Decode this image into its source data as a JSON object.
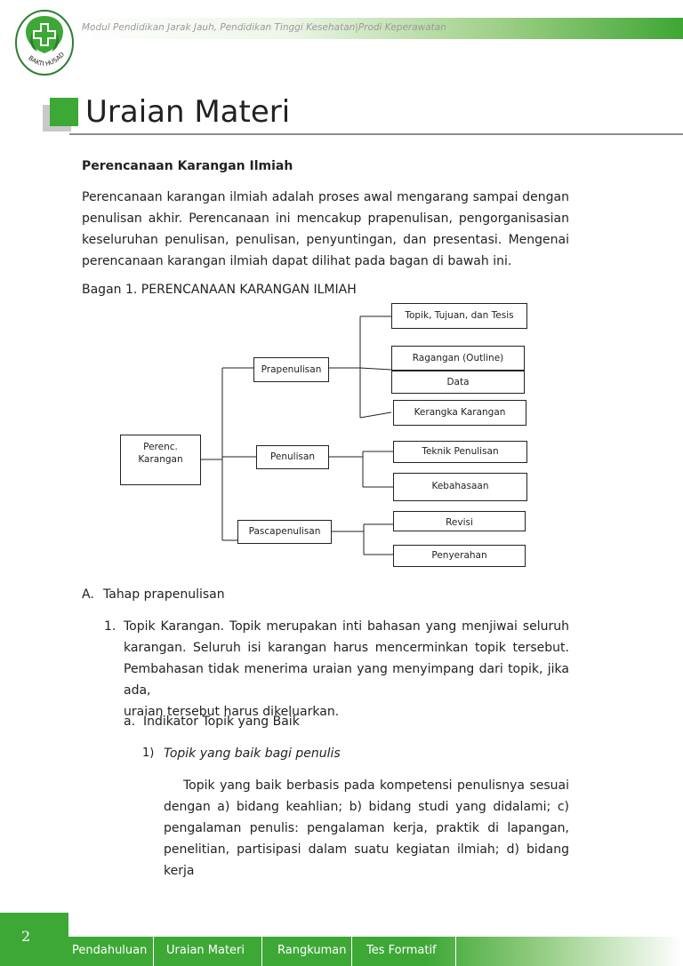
{
  "header": {
    "text": "Modul Pendidikan Jarak Jauh, Pendidikan Tinggi Kesehatan|Prodi Keperawatan",
    "logo_text": "BAKTI HUSADA"
  },
  "title": "Uraian Materi",
  "section_heading": "Perencanaan Karangan Ilmiah",
  "intro_lines": [
    "Perencanaan karangan ilmiah adalah proses awal mengarang sampai dengan",
    "penulisan akhir. Perencanaan ini mencakup prapenulisan, pengorganisasian",
    "keseluruhan penulisan, penulisan, penyuntingan, dan presentasi.   Mengenai",
    "perencanaan karangan ilmiah dapat dilihat pada bagan di bawah ini."
  ],
  "diagram": {
    "caption": "Bagan 1. PERENCANAAN KARANGAN ILMIAH",
    "root": "Perenc. Karangan",
    "stages": [
      "Prapenulisan",
      "Penulisan",
      "Pascapenulisan"
    ],
    "leaves": {
      "prapenulisan": [
        "Topik, Tujuan, dan Tesis",
        "Ragangan (Outline)",
        "Data",
        "Kerangka  Karangan"
      ],
      "penulisan": [
        "Teknik Penulisan",
        "Kebahasaan"
      ],
      "pascapenulisan": [
        "Revisi",
        "Penyerahan"
      ]
    }
  },
  "sectionA": {
    "marker": "A.",
    "label": "Tahap prapenulisan"
  },
  "item1": {
    "marker": "1.",
    "lines": [
      "Topik Karangan.  Topik merupakan inti bahasan yang menjiwai seluruh",
      "karangan. Seluruh isi karangan harus mencerminkan topik tersebut.",
      "Pembahasan tidak menerima uraian yang menyimpang dari topik, jika ada,",
      "uraian tersebut harus dikeluarkan."
    ]
  },
  "itemA": {
    "marker": "a.",
    "label": "Indikator Topik yang Baik"
  },
  "item1sub": {
    "marker": "1)",
    "label": "Topik yang baik bagi penulis"
  },
  "para_lines": [
    "Topik yang baik berbasis pada kompetensi penulisnya sesuai",
    "dengan a) bidang keahlian; b) bidang studi yang didalami; c)",
    "pengalaman penulis: pengalaman kerja, praktik di lapangan,",
    "penelitian, partisipasi dalam suatu kegiatan ilmiah; d) bidang kerja"
  ],
  "footer": {
    "page_number": "2",
    "tabs": [
      "Pendahuluan",
      "Uraian Materi",
      "Rangkuman",
      "Tes Formatif"
    ]
  },
  "colors": {
    "accent_green": "#3da836",
    "rule_grey": "#8f8f8f"
  }
}
